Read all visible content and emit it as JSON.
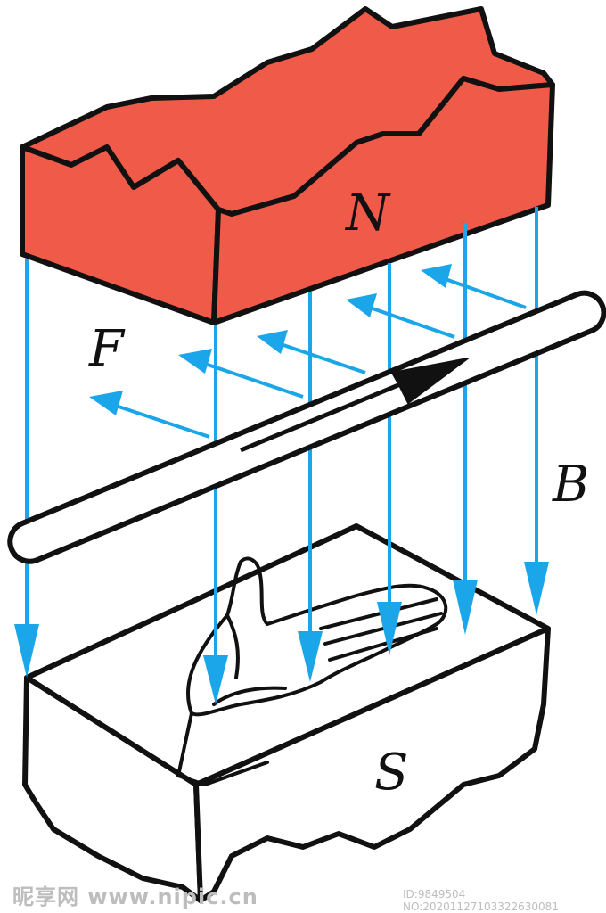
{
  "labels": {
    "north": "N",
    "south": "S",
    "force": "F",
    "field": "B"
  },
  "watermark": {
    "brand": "昵享网 www.nipic.cn",
    "id_text": "ID:9849504 NO:20201127103322630081"
  },
  "colors": {
    "magnet_north": "#f05a48",
    "field_lines": "#1aa6e8",
    "outline": "#111111",
    "background": "#ffffff"
  }
}
